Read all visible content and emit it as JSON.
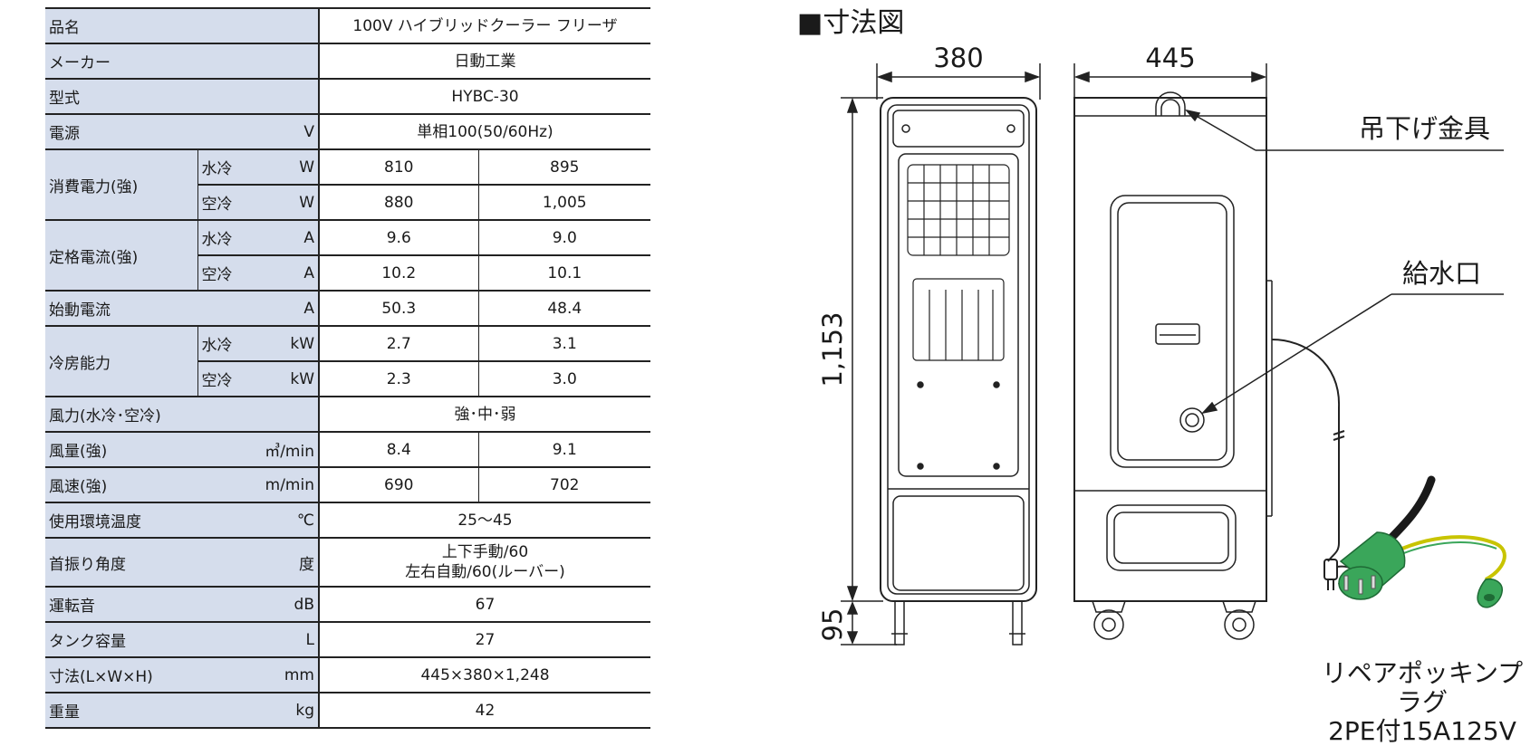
{
  "spec_table": {
    "rows": [
      {
        "label": "品名",
        "value": "100V ハイブリッドクーラー フリーザ"
      },
      {
        "label": "メーカー",
        "value": "日動工業"
      },
      {
        "label": "型式",
        "value": "HYBC-30"
      },
      {
        "label": "電源",
        "unit": "V",
        "value": "単相100(50/60Hz)"
      },
      {
        "label": "消費電力(強)",
        "sub": [
          {
            "mode": "水冷",
            "unit": "W",
            "v50": "810",
            "v60": "895"
          },
          {
            "mode": "空冷",
            "unit": "W",
            "v50": "880",
            "v60": "1,005"
          }
        ]
      },
      {
        "label": "定格電流(強)",
        "sub": [
          {
            "mode": "水冷",
            "unit": "A",
            "v50": "9.6",
            "v60": "9.0"
          },
          {
            "mode": "空冷",
            "unit": "A",
            "v50": "10.2",
            "v60": "10.1"
          }
        ]
      },
      {
        "label": "始動電流",
        "unit": "A",
        "v50": "50.3",
        "v60": "48.4"
      },
      {
        "label": "冷房能力",
        "sub": [
          {
            "mode": "水冷",
            "unit": "kW",
            "v50": "2.7",
            "v60": "3.1"
          },
          {
            "mode": "空冷",
            "unit": "kW",
            "v50": "2.3",
            "v60": "3.0"
          }
        ]
      },
      {
        "label": "風力(水冷･空冷)",
        "value": "強･中･弱"
      },
      {
        "label": "風量(強)",
        "unit": "㎥/min",
        "v50": "8.4",
        "v60": "9.1"
      },
      {
        "label": "風速(強)",
        "unit": "m/min",
        "v50": "690",
        "v60": "702"
      },
      {
        "label": "使用環境温度",
        "unit": "℃",
        "value": "25～45"
      },
      {
        "label": "首振り角度",
        "unit": "度",
        "value_line1": "上下手動/60",
        "value_line2": "左右自動/60(ルーバー)"
      },
      {
        "label": "運転音",
        "unit": "dB",
        "value": "67"
      },
      {
        "label": "タンク容量",
        "unit": "L",
        "value": "27"
      },
      {
        "label": "寸法(L×W×H)",
        "unit": "mm",
        "value": "445×380×1,248"
      },
      {
        "label": "重量",
        "unit": "kg",
        "value": "42"
      }
    ]
  },
  "dimensions": {
    "title": "■寸法図",
    "width": "380",
    "depth": "445",
    "height": "1,153",
    "caster": "95",
    "callout_hook": "吊下げ金具",
    "callout_water": "給水口",
    "plug_caption_1": "リペアポッキンプラグ",
    "plug_caption_2": "2PE付15A125V"
  },
  "colors": {
    "label_bg": "#d5ddec",
    "plug_green": "#3aa65a",
    "line": "#222222"
  }
}
